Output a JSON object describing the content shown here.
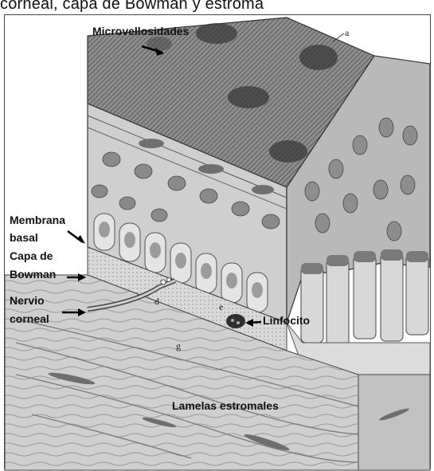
{
  "header": {
    "cut_off_text": "corneal, capa de Bowman y estroma"
  },
  "labels": {
    "microvellosidades": "Microvellosidades",
    "membrana": "Membrana",
    "basal": "basal",
    "capa_de": "Capa de",
    "bowman": "Bowman",
    "nervio": "Nervio",
    "corneal": "corneal",
    "linfocito": "Linfocito",
    "lamelas": "Lamelas estromales"
  },
  "letters": {
    "a": "a",
    "d": "d",
    "e": "e",
    "g": "g"
  }
}
